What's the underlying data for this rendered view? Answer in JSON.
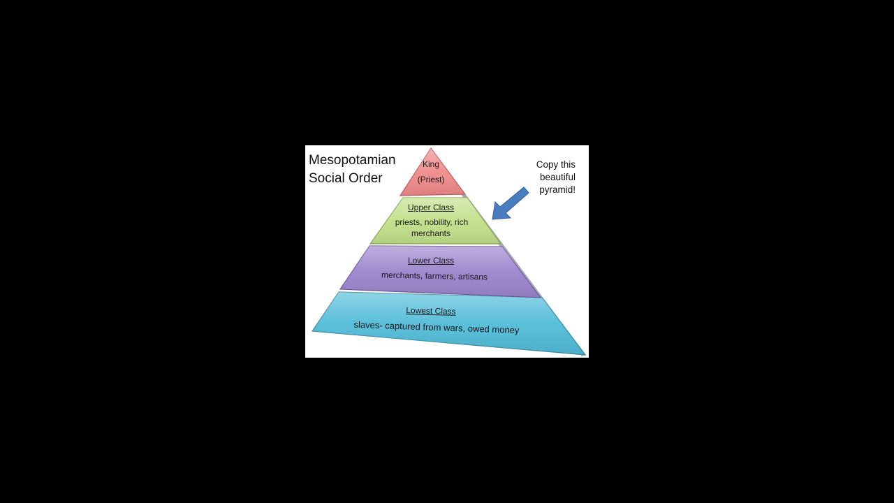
{
  "title": {
    "line1": "Mesopotamian",
    "line2": "Social Order"
  },
  "note": {
    "line1": "Copy this",
    "line2": "beautiful",
    "line3": "pyramid!"
  },
  "levels": [
    {
      "heading": "King",
      "detail": "(Priest)",
      "color": "#f08a8a"
    },
    {
      "heading": "Upper Class",
      "detail": "priests, nobility, rich",
      "detail2": "merchants",
      "color": "#c2e08a"
    },
    {
      "heading": "Lower Class",
      "detail": "merchants, farmers, artisans",
      "color": "#9b85cc"
    },
    {
      "heading": "Lowest Class",
      "detail": "slaves- captured from wars, owed money",
      "color": "#52bcd8"
    }
  ],
  "arrow_color": "#4a7cc0",
  "background_color": "#000000"
}
